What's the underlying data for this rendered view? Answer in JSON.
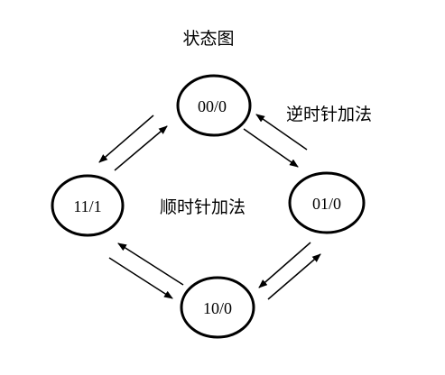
{
  "title": "状态图",
  "labels": {
    "counterclockwise": "逆时针加法",
    "clockwise": "顺时针加法"
  },
  "states": {
    "s00": "00/0",
    "s01": "01/0",
    "s10": "10/0",
    "s11": "11/1"
  },
  "colors": {
    "stroke": "#000000",
    "background": "#ffffff"
  }
}
